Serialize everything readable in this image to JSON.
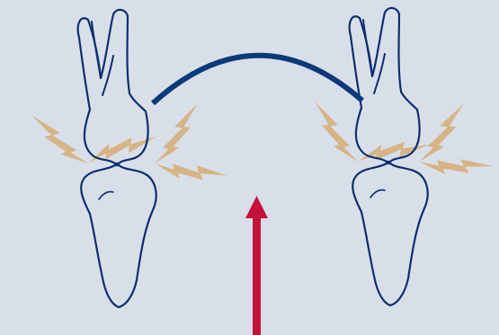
{
  "diagram": {
    "type": "dental-occlusion-illustration",
    "colors": {
      "background": "#d9dfe9",
      "tooth_outline": "#0b2f6f",
      "arc": "#0b3a7a",
      "force_bolt": "#d6b487",
      "arrow": "#c4123a"
    },
    "elements": [
      {
        "name": "left-tooth-pair",
        "icon": "molar-occlusion"
      },
      {
        "name": "right-tooth-pair",
        "icon": "molar-occlusion"
      },
      {
        "name": "connecting-arc",
        "icon": "arc"
      },
      {
        "name": "force-bolts",
        "icon": "lightning-bolt",
        "count": 8
      },
      {
        "name": "upward-force-arrow",
        "icon": "arrow-up"
      }
    ]
  }
}
